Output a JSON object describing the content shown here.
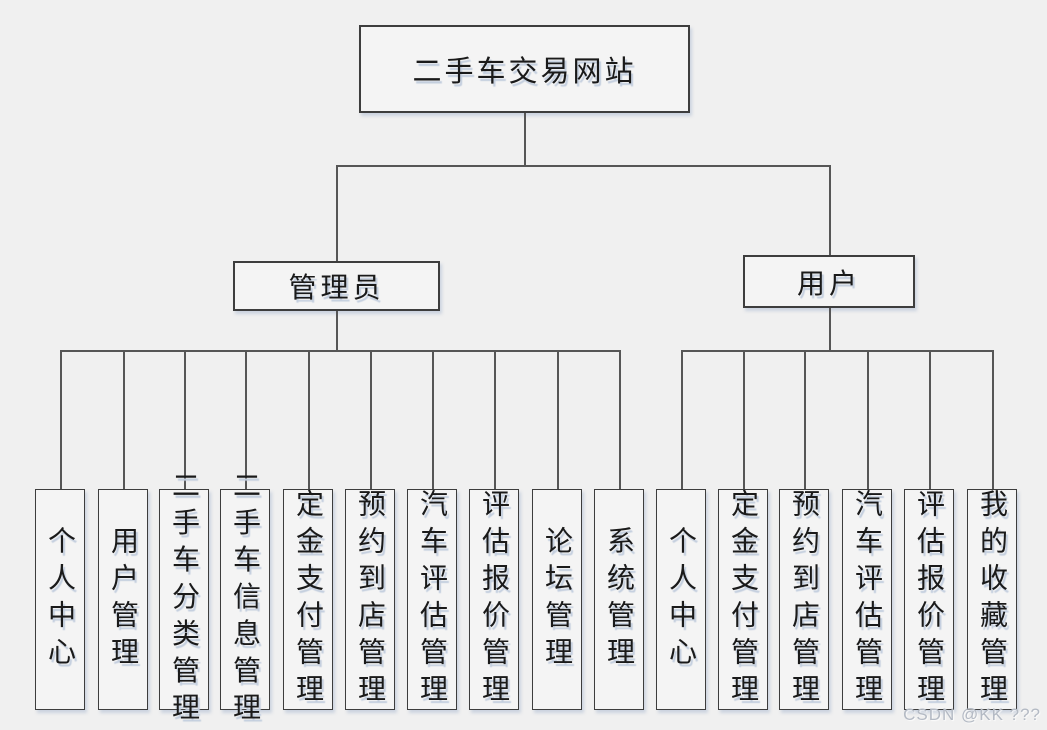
{
  "colors": {
    "background": "#f0f0f0",
    "node_fill": "#f4f4f4",
    "node_border": "#3d3d3d",
    "connector": "#565656",
    "text": "#1a1a1a",
    "text_shadow": "#c3cede",
    "watermark": "#b4bac4"
  },
  "diagram": {
    "root": {
      "label": "二手车交易网站"
    },
    "branches": [
      {
        "label": "管理员",
        "children": [
          "个人中心",
          "用户管理",
          "二手车分类管理",
          "二手车信息管理",
          "定金支付管理",
          "预约到店管理",
          "汽车评估管理",
          "评估报价管理",
          "论坛管理",
          "系统管理"
        ]
      },
      {
        "label": "用户",
        "children": [
          "个人中心",
          "定金支付管理",
          "预约到店管理",
          "汽车评估管理",
          "评估报价管理",
          "我的收藏管理"
        ]
      }
    ]
  },
  "watermark": {
    "text": "CSDN @KK ???"
  }
}
